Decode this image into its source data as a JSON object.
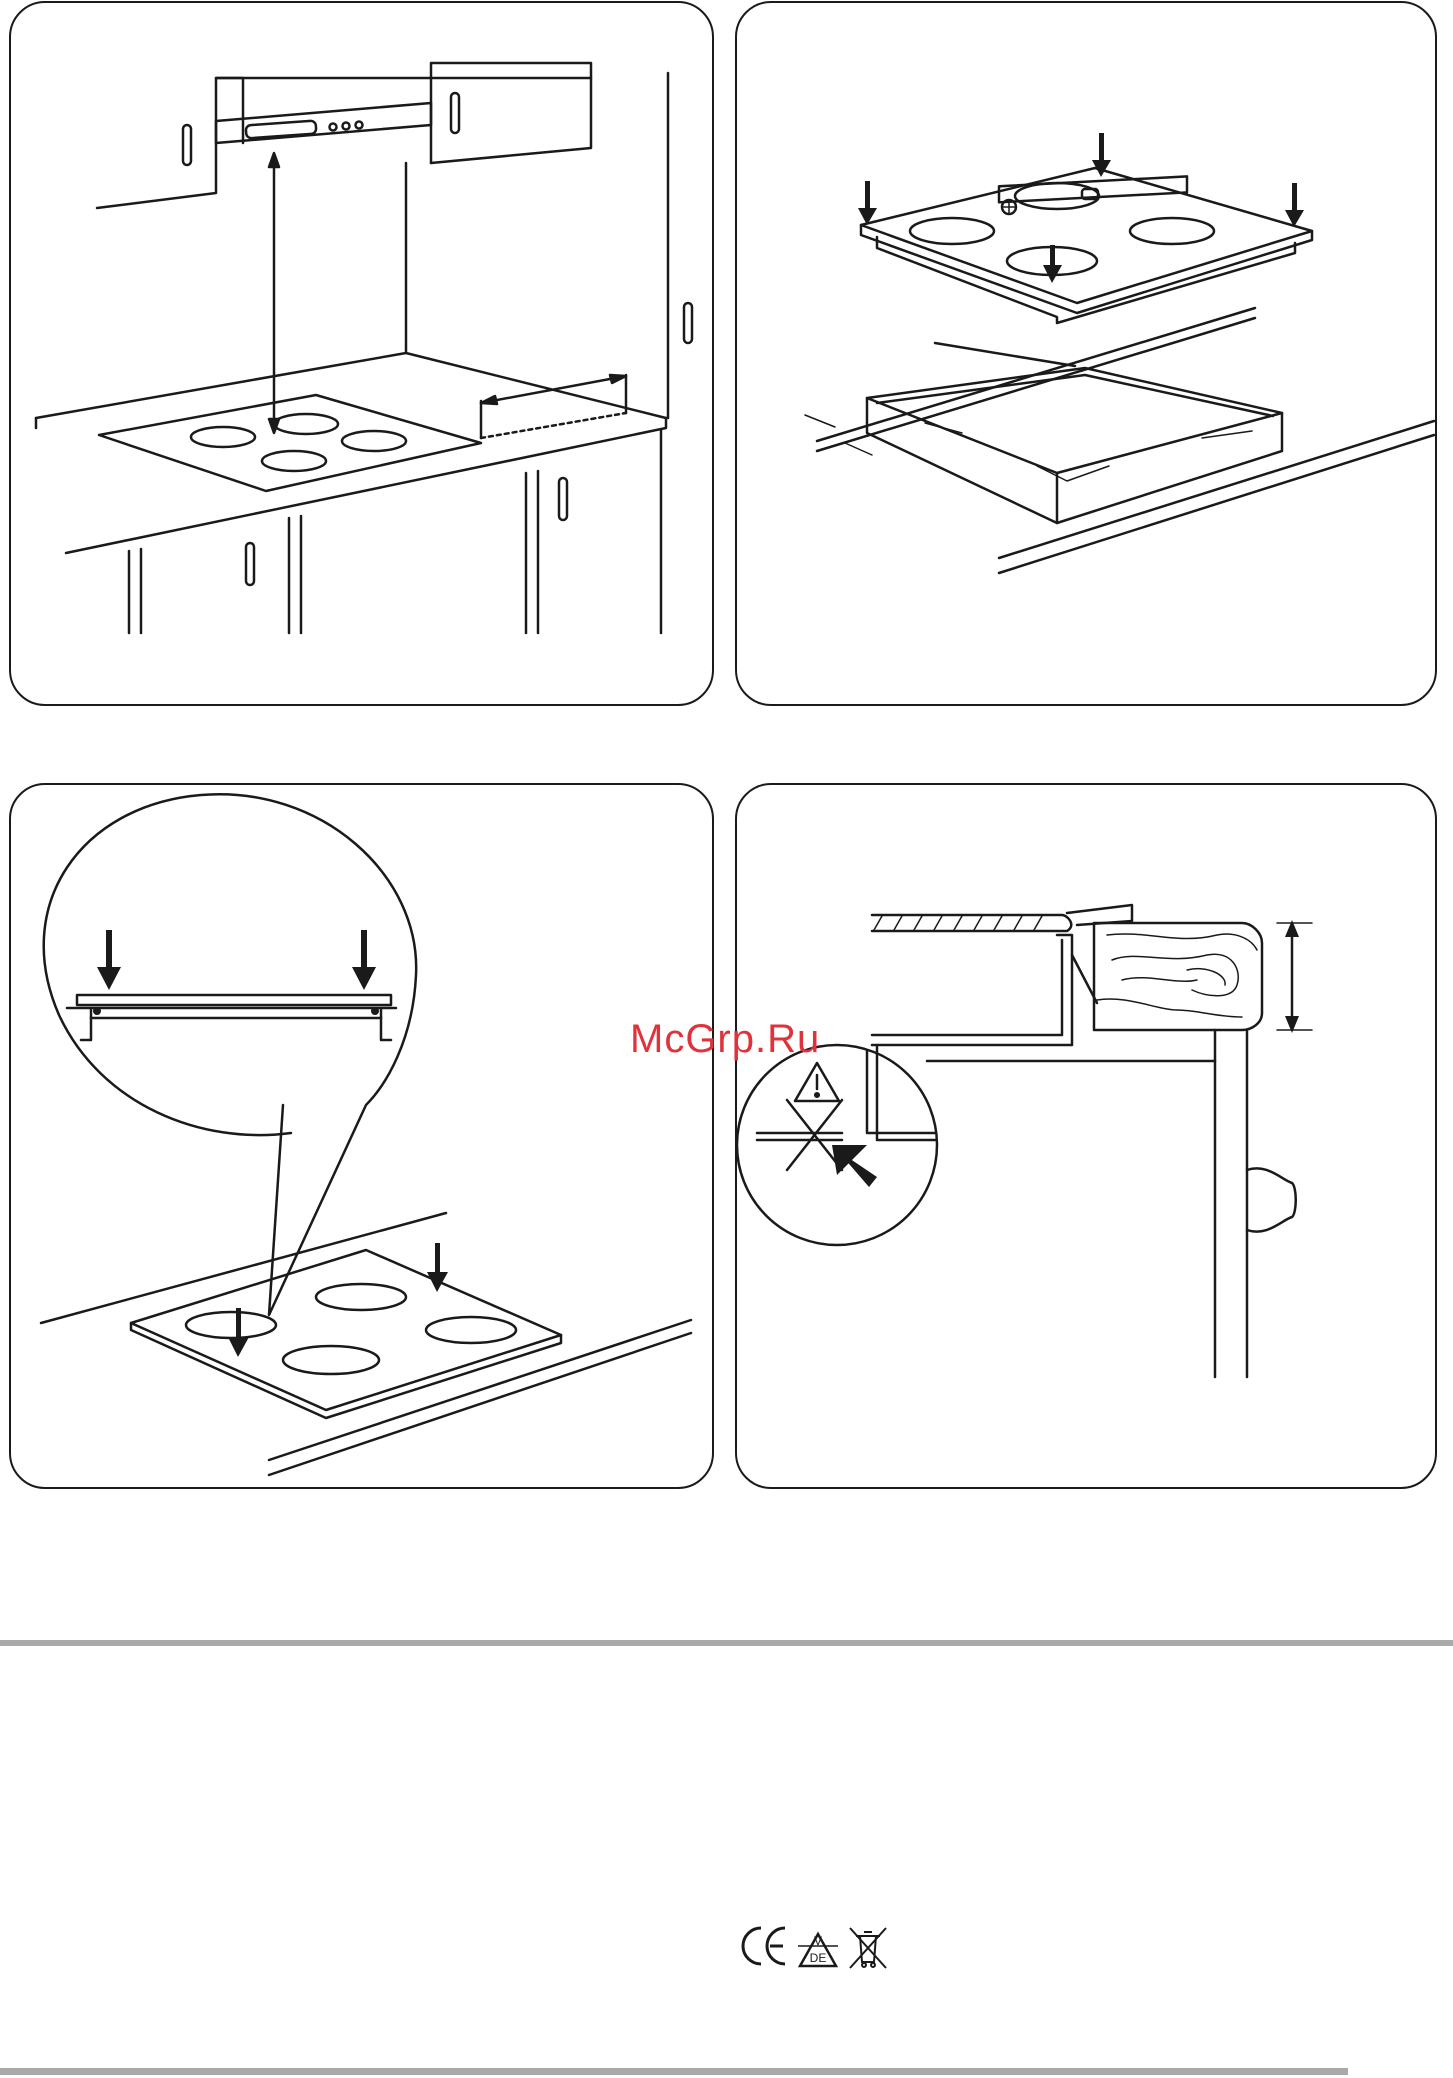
{
  "watermark": {
    "text": "McGrp.Ru"
  },
  "cert_marks": {
    "ce": "CE",
    "vde_v": "V",
    "vde_de": "DE"
  },
  "colors": {
    "line": "#1a1a1a",
    "rule": "#a9a9a9",
    "watermark": "#e0323a"
  },
  "icons": [
    "warning-triangle-icon",
    "ce-mark-icon",
    "vde-mark-icon",
    "weee-bin-icon"
  ]
}
